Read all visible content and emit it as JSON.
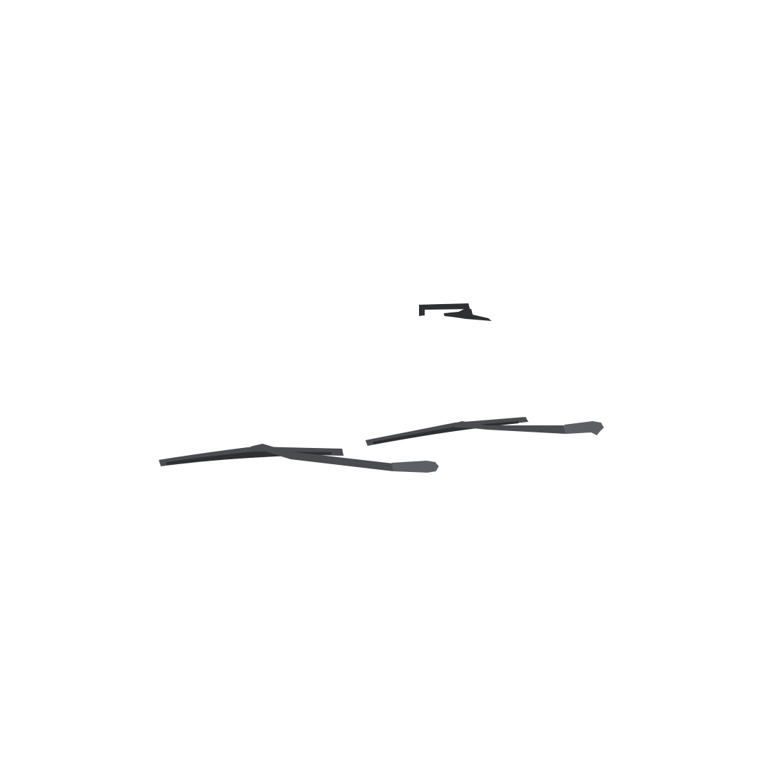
{
  "image": {
    "background_color": "#ffffff",
    "part_color": "#4a4c50",
    "part_dark_color": "#2e3033",
    "part_highlight_color": "#5c5f63",
    "objects": [
      {
        "name": "front-left-wiper-arm-blade"
      },
      {
        "name": "front-right-wiper-arm-blade"
      },
      {
        "name": "rear-wiper-arm-blade"
      }
    ]
  }
}
